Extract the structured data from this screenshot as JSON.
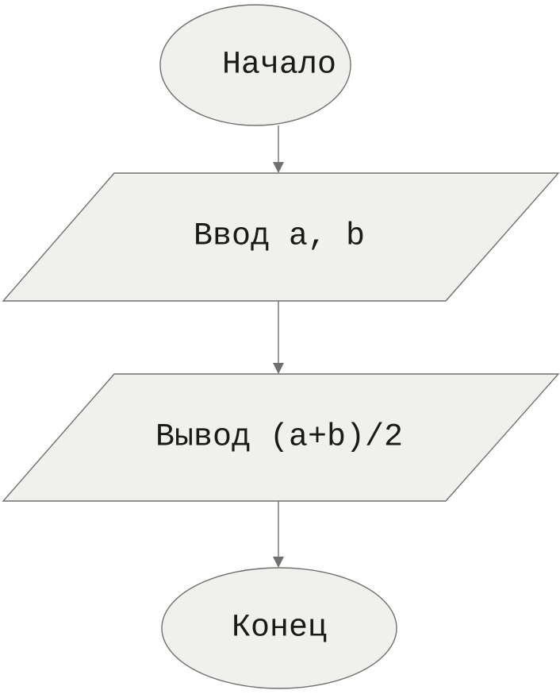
{
  "diagram": {
    "start_label": "Начало",
    "input_label": "Ввод a, b",
    "output_label": "Вывод (a+b)/2",
    "end_label": "Конец"
  },
  "colors": {
    "shape_fill": "#f0f0ec",
    "stroke": "#707070",
    "text": "#1a1a1a"
  }
}
